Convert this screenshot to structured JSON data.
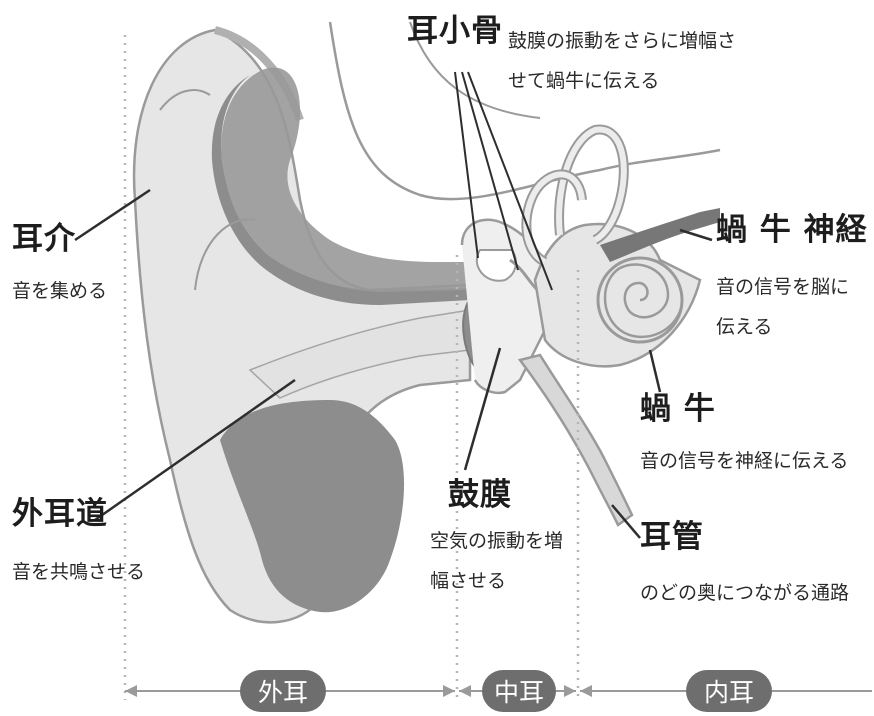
{
  "labels": {
    "auricle": {
      "title": "耳介",
      "desc": "音を集める"
    },
    "ear_canal": {
      "title": "外耳道",
      "desc": "音を共鳴させる"
    },
    "ossicles": {
      "title": "耳小骨",
      "desc_line1": "鼓膜の振動をさらに増幅さ",
      "desc_line2": "せて蝸牛に伝える"
    },
    "eardrum": {
      "title": "鼓膜",
      "desc_line1": "空気の振動を増",
      "desc_line2": "幅させる"
    },
    "cochlear_nerve": {
      "title": "蝸 牛 神経",
      "desc_line1": "音の信号を脳に",
      "desc_line2": "伝える"
    },
    "cochlea": {
      "title": "蝸 牛",
      "desc": "音の信号を神経に伝える"
    },
    "eustachian_tube": {
      "title": "耳管",
      "desc": "のどの奥につながる通路"
    }
  },
  "sections": {
    "outer": "外耳",
    "middle": "中耳",
    "inner": "内耳"
  },
  "colors": {
    "skin_light": "#e6e6e6",
    "skin_dark": "#8d8d8d",
    "outline": "#9a9a9a",
    "leader": "#2e2e2e",
    "section_pill": "#6e6e6e",
    "divider": "#b5b5b5"
  }
}
